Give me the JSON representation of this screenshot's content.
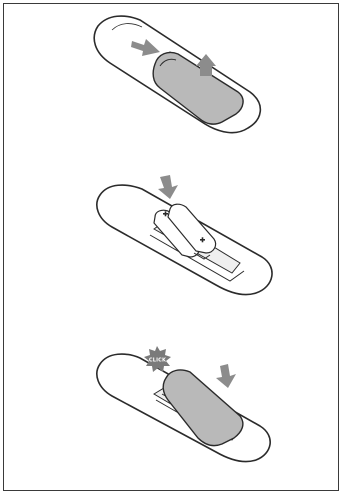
{
  "steps": [
    {
      "id": "open-cover"
    },
    {
      "id": "insert-batteries"
    },
    {
      "id": "close-cover"
    }
  ],
  "badge": {
    "click_label": "CLICK"
  },
  "colors": {
    "frame": "#3a3a3a",
    "remote_body": "#ffffff",
    "cover": "#b9b9b9",
    "arrow": "#8c8c8c",
    "outline": "#2b2b2b",
    "badge": "#7a7a7a"
  },
  "icons": [
    "slide-arrow-icon",
    "lift-arrow-icon",
    "push-down-arrow-icon",
    "click-badge-icon",
    "plus-sign-icon"
  ]
}
